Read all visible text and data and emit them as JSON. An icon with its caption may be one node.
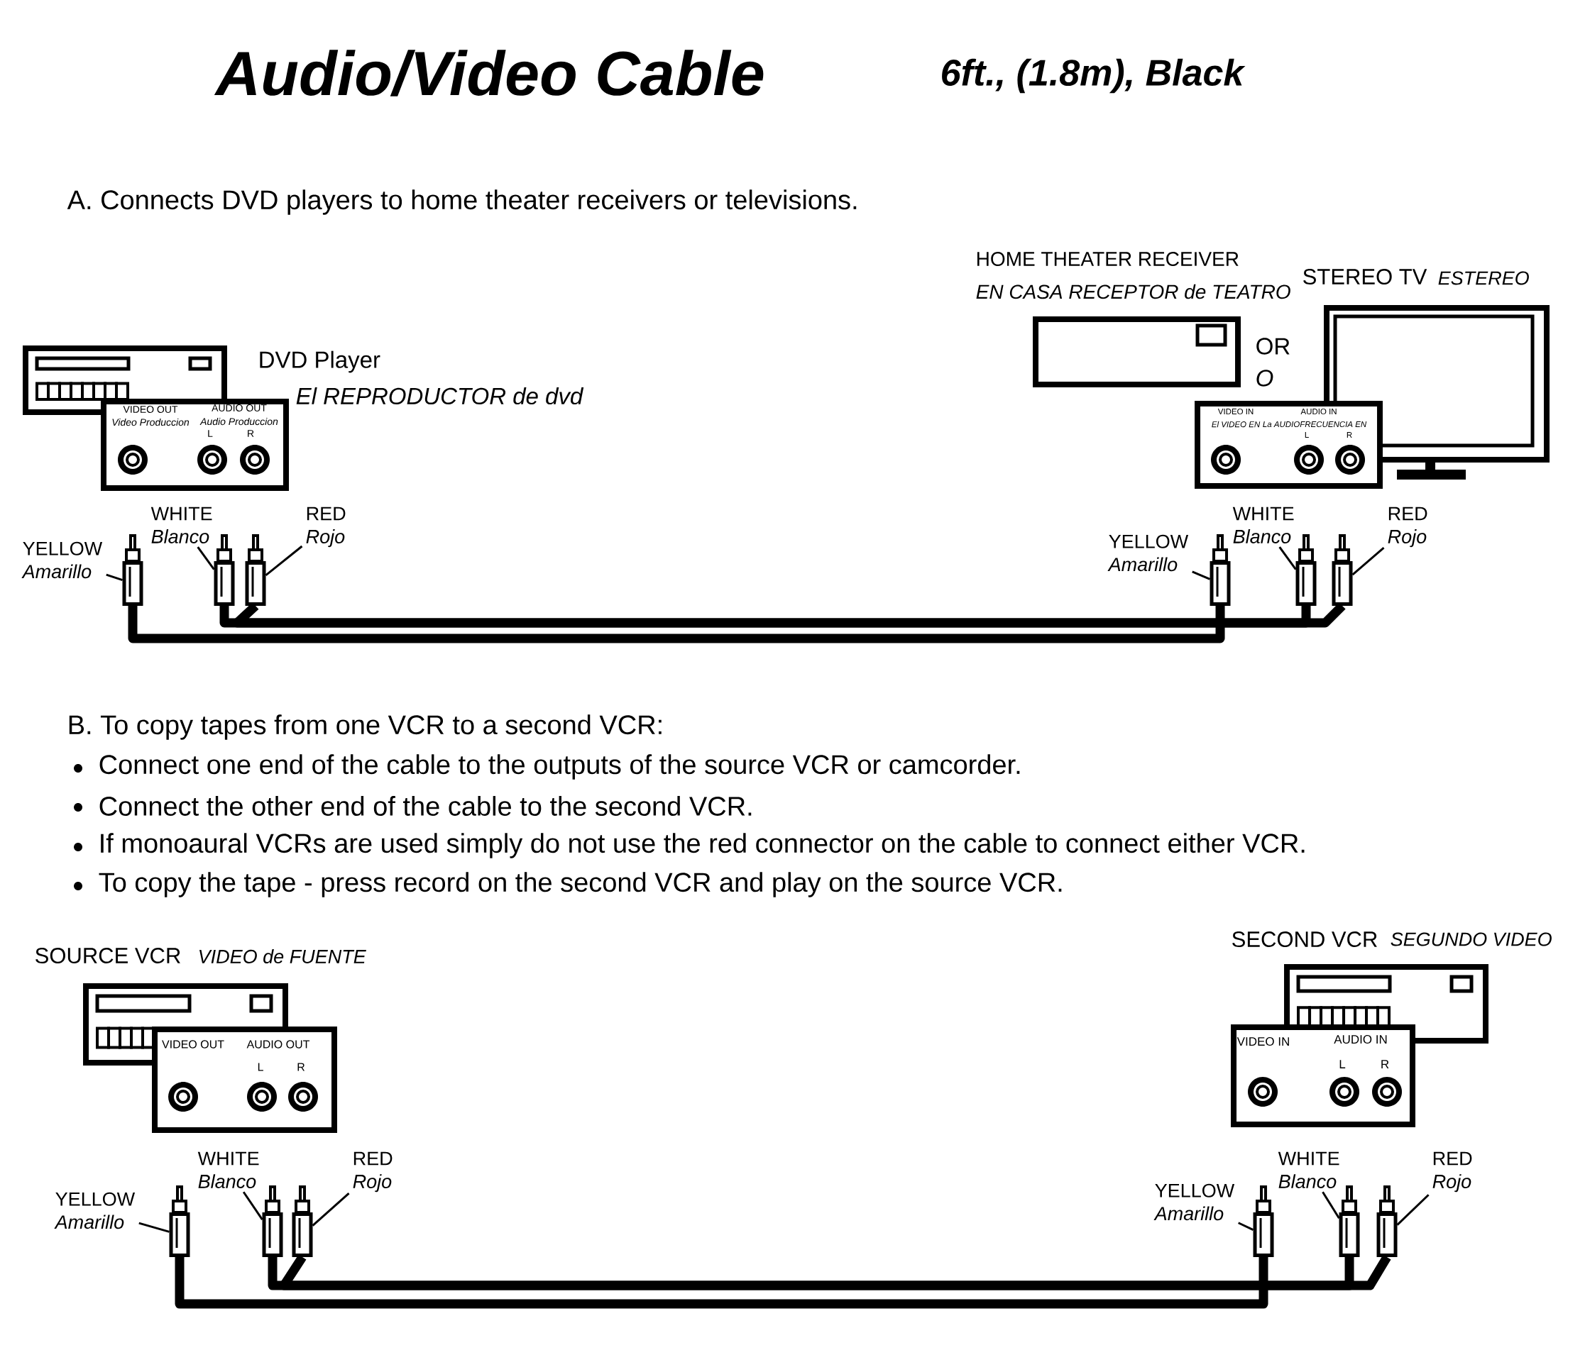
{
  "diagram": {
    "title": "Audio/Video Cable",
    "nodes": [
      {
        "text": [
          "VIDEO OUT",
          "Video Produccion",
          "AUDIO OUT",
          "Audio Produccion",
          "L",
          "R"
        ],
        "beside": [
          "DVD Player",
          "El REPRODUCTOR de dvd"
        ]
      },
      {
        "text": [
          "HOME THEATER RECEIVER",
          "EN CASA RECEPTOR de TEATRO"
        ]
      },
      {
        "text": [
          "STEREO TV",
          "ESTEREO"
        ]
      },
      {
        "text": [
          "VIDEO IN",
          "El VIDEO EN",
          "AUDIO IN",
          "La AUDIOFRECUENCIA EN",
          "L",
          "R"
        ]
      },
      {
        "text": [
          "YELLOW",
          "Amarillo"
        ]
      },
      {
        "text": [
          "WHITE",
          "Blanco"
        ]
      },
      {
        "text": [
          "RED",
          "Rojo"
        ]
      },
      {
        "text": [],
        "shape": "plug"
      },
      {
        "text": [],
        "shape": "plug"
      },
      {
        "text": [],
        "shape": "plug"
      },
      {
        "text": [
          "YELLOW",
          "Amarillo"
        ]
      },
      {
        "text": [
          "WHITE",
          "Blanco"
        ]
      },
      {
        "text": [
          "RED",
          "Rojo"
        ]
      },
      {
        "text": [],
        "shape": "plug"
      },
      {
        "text": [],
        "shape": "plug"
      },
      {
        "text": [],
        "shape": "plug"
      },
      {
        "text": [
          "VIDEO OUT",
          "AUDIO OUT",
          "L",
          "R"
        ],
        "beside": [
          "SOURCE VCR",
          "VIDEO de FUENTE"
        ]
      },
      {
        "text": [
          "VIDEO IN",
          "AUDIO IN",
          "L",
          "R"
        ],
        "beside": [
          "SECOND VCR",
          "SEGUNDO VIDEO"
        ]
      },
      {
        "text": [
          "YELLOW",
          "Amarillo"
        ]
      },
      {
        "text": [
          "WHITE",
          "Blanco"
        ]
      },
      {
        "text": [
          "RED",
          "Rojo"
        ]
      },
      {
        "text": [],
        "shape": "plug"
      },
      {
        "text": [],
        "shape": "plug"
      },
      {
        "text": [],
        "shape": "plug"
      },
      {
        "text": [
          "YELLOW",
          "Amarillo"
        ]
      },
      {
        "text": [
          "WHITE",
          "Blanco"
        ]
      },
      {
        "text": [
          "RED",
          "Rojo"
        ]
      },
      {
        "text": [],
        "shape": "plug"
      },
      {
        "text": [],
        "shape": "plug"
      },
      {
        "text": [],
        "shape": "plug"
      }
    ],
    "edges": [
      {
        "from": 4,
        "to": 7,
        "arrow": "none"
      },
      {
        "from": 5,
        "to": 8,
        "arrow": "none"
      },
      {
        "from": 6,
        "to": 9,
        "arrow": "none"
      },
      {
        "from": 10,
        "to": 13,
        "arrow": "none"
      },
      {
        "from": 11,
        "to": 14,
        "arrow": "none"
      },
      {
        "from": 12,
        "to": 15,
        "arrow": "none"
      },
      {
        "from": 7,
        "to": 13,
        "arrow": "none",
        "style": "thick"
      },
      {
        "from": 8,
        "to": 14,
        "arrow": "none",
        "style": "thick"
      },
      {
        "from": 9,
        "to": 15,
        "arrow": "none",
        "style": "thick"
      },
      {
        "from": 18,
        "to": 21,
        "arrow": "none"
      },
      {
        "from": 19,
        "to": 22,
        "arrow": "none"
      },
      {
        "from": 20,
        "to": 23,
        "arrow": "none"
      },
      {
        "from": 24,
        "to": 27,
        "arrow": "none"
      },
      {
        "from": 25,
        "to": 28,
        "arrow": "none"
      },
      {
        "from": 26,
        "to": 29,
        "arrow": "none"
      },
      {
        "from": 21,
        "to": 27,
        "arrow": "none",
        "style": "thick"
      },
      {
        "from": 22,
        "to": 28,
        "arrow": "none",
        "style": "thick"
      },
      {
        "from": 23,
        "to": 29,
        "arrow": "none",
        "style": "thick"
      }
    ],
    "labels": [
      "6ft., (1.8m), Black",
      "A. Connects DVD players to home theater receivers or televisions.",
      "OR",
      "O",
      "B. To copy tapes from one VCR to a second VCR:",
      "Connect one end of the cable to the outputs of the source VCR or camcorder.",
      "Connect the other end of the cable to the second VCR.",
      "If monoaural VCRs are used simply do not use the red connector on the cable to connect either VCR.",
      "To copy the tape - press record on the second VCR and play on the source VCR."
    ]
  }
}
